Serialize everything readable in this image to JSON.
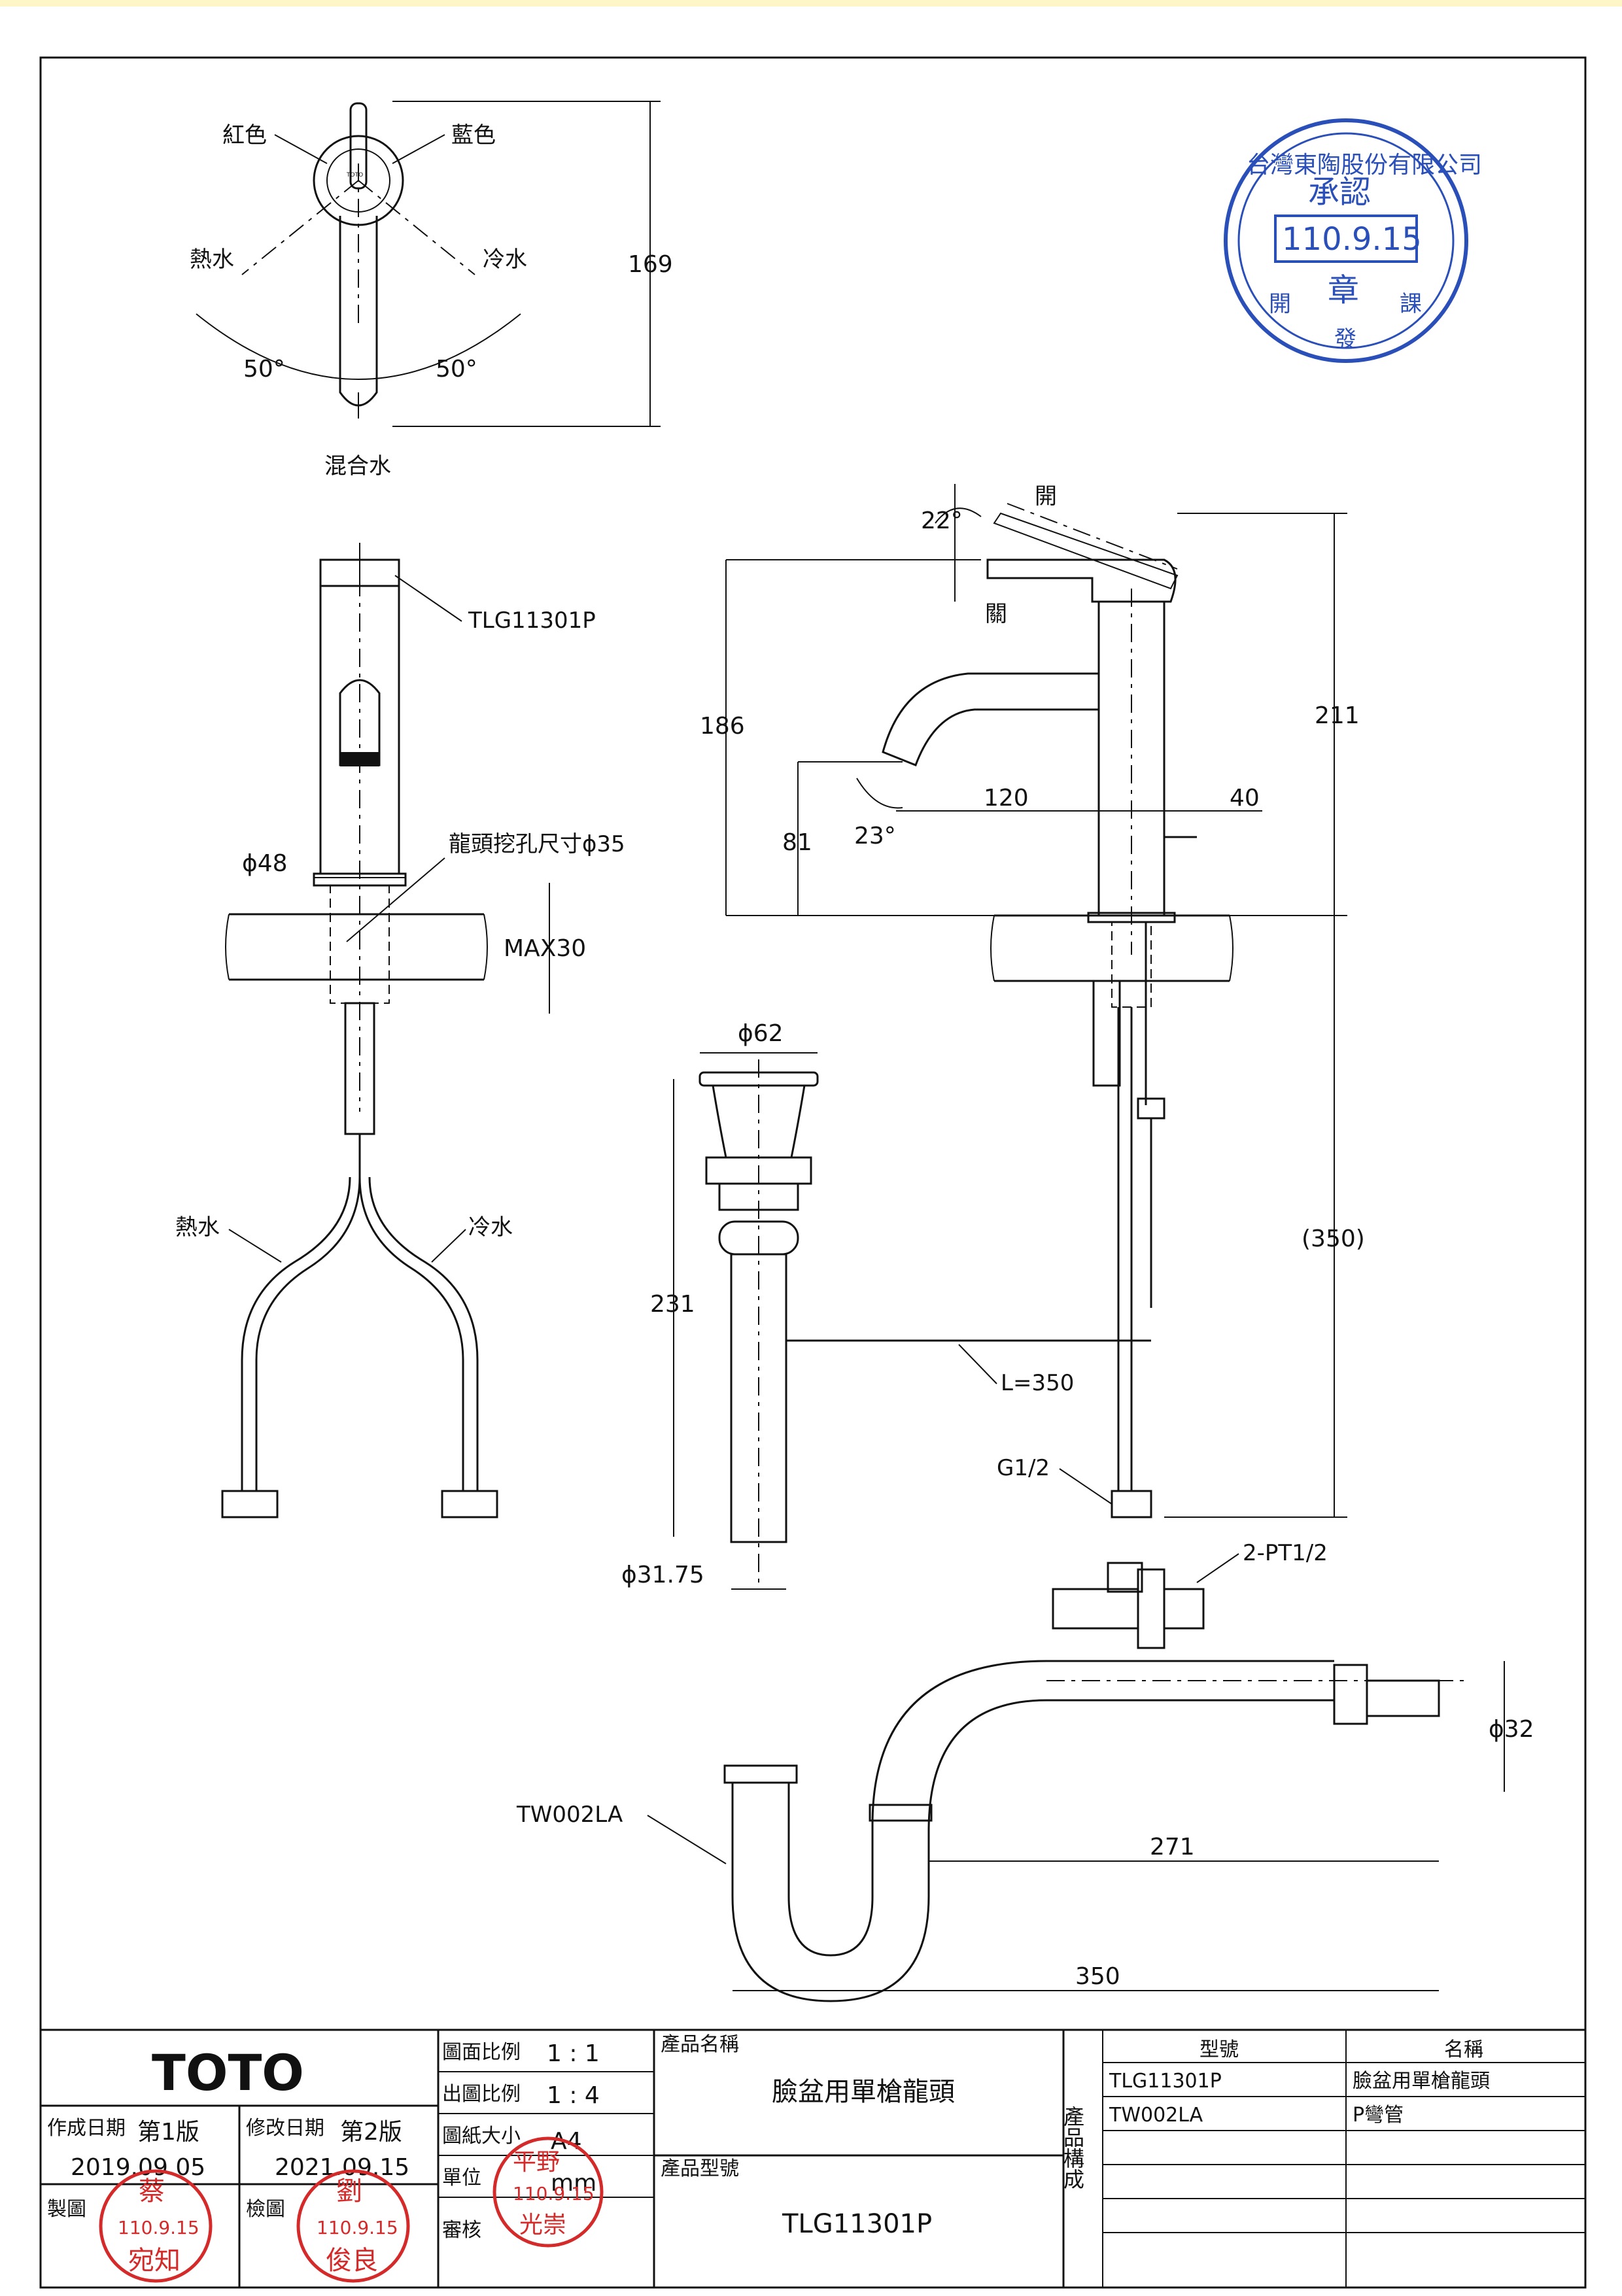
{
  "top_view": {
    "red": "紅色",
    "blue": "藍色",
    "hot": "熱水",
    "cold": "冷水",
    "angle_left": "50°",
    "angle_right": "50°",
    "mixed": "混合水",
    "height": "169",
    "brand_mark": "TOTO"
  },
  "front_view": {
    "model_callout": "TLG11301P",
    "diameter": "ϕ48",
    "hole_size": "龍頭挖孔尺寸ϕ35",
    "max_thickness": "MAX30",
    "hot": "熱水",
    "cold": "冷水"
  },
  "side_view": {
    "open": "開",
    "close": "關",
    "lever_angle": "22°",
    "height_total": "186",
    "height_211": "211",
    "reach": "120",
    "offset": "40",
    "spout_height": "81",
    "spout_angle": "23°",
    "hose_length": "(350)",
    "connection": "G1/2",
    "cable_length": "L=350",
    "stop_valve": "2-PT1/2"
  },
  "drain": {
    "top_diameter": "ϕ62",
    "height": "231",
    "pipe_diameter": "ϕ31.75"
  },
  "trap": {
    "model": "TW002LA",
    "outlet_diameter": "ϕ32",
    "length_271": "271",
    "length_350": "350"
  },
  "approval_stamp": {
    "ring_text": "台灣東陶股份有限公司",
    "title": "承認",
    "date": "110.9.15",
    "seal": "章",
    "dept_left": "開",
    "dept_bottom": "發",
    "dept_right": "課"
  },
  "title_block": {
    "brand": "TOTO",
    "scale_label": "圖面比例",
    "scale_value": "1 : 1",
    "print_scale_label": "出圖比例",
    "print_scale_value": "1 : 4",
    "paper_label": "圖紙大小",
    "paper_value": "A4",
    "unit_label": "單位",
    "unit_value": "mm",
    "reviewer_label": "審核",
    "created_label": "作成日期",
    "version1": "第1版",
    "created_date": "2019.09.05",
    "modified_label": "修改日期",
    "version2": "第2版",
    "modified_date": "2021.09.15",
    "drawn_label": "製圖",
    "checked_label": "檢圖",
    "product_name_label": "產品名稱",
    "product_name": "臉盆用單槍龍頭",
    "product_model_label": "產品型號",
    "product_model": "TLG11301P",
    "composition_label": "產品構成",
    "model_header": "型號",
    "name_header": "名稱",
    "components": [
      {
        "model": "TLG11301P",
        "name": "臉盆用單槍龍頭"
      },
      {
        "model": "TW002LA",
        "name": "P彎管"
      }
    ],
    "stamp_drawn_top": "蔡",
    "stamp_drawn_date": "110.9.15",
    "stamp_drawn_bottom": "宛知",
    "stamp_checked_top": "劉",
    "stamp_checked_date": "110.9.15",
    "stamp_checked_bottom": "俊良",
    "stamp_review_top": "平野",
    "stamp_review_date": "110.9.15",
    "stamp_review_bottom": "光崇"
  }
}
